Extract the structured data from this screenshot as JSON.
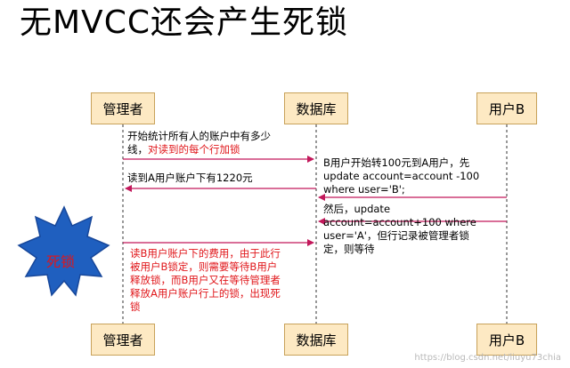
{
  "title": "无MVCC还会产生死锁",
  "participants": {
    "manager": "管理者",
    "database": "数据库",
    "userB": "用户B"
  },
  "messages": {
    "m1_line1": "开始统计所有人的账户中有多少",
    "m1_line2a": "线，",
    "m1_line2b": "对读到的每个行加锁",
    "m2_line1": "B用户开始转100元到A用户，先",
    "m2_line2": "update  account=account -100",
    "m2_line3": "where user='B';",
    "m3": "读到A用户账户下有1220元",
    "m4_line1": "然后，update",
    "m4_line2": "account=account+100 where",
    "m4_line3": "user='A'，但行记录被管理者锁",
    "m4_line4": "定，则等待",
    "m5_line1": "读B用户账户下的费用，由于此行",
    "m5_line2": "被用户B锁定，则需要等待B用户",
    "m5_line3": "释放锁，而B用户又在等待管理者",
    "m5_line4": "释放A用户账户行上的锁，出现死",
    "m5_line5": "锁"
  },
  "deadlock_label": "死锁",
  "watermark": "https://blog.csdn.net/liuyu73chia",
  "colors": {
    "box_fill": "#fde9c3",
    "box_border": "#c8a25a",
    "arrow": "#c2185b",
    "red_text": "#e0161a",
    "star_fill": "#1f5fbf",
    "star_stroke": "#17479a"
  }
}
